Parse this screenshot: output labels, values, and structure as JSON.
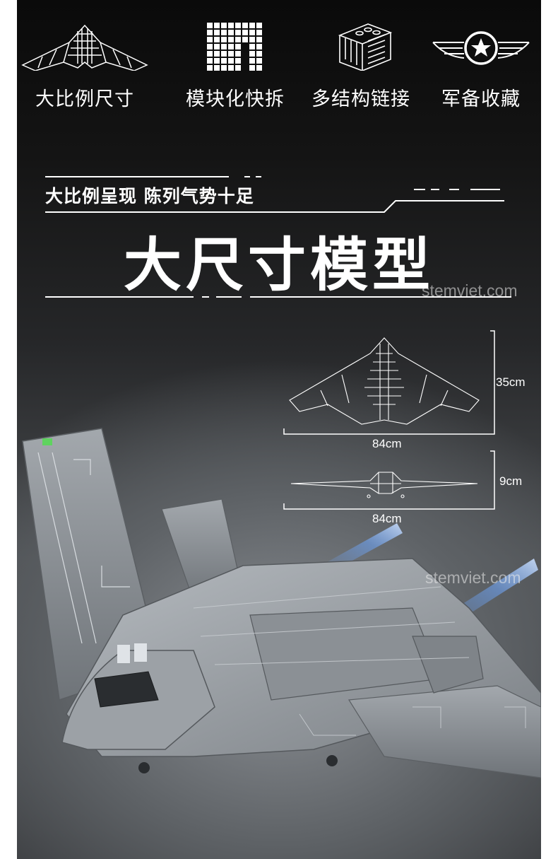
{
  "features": [
    {
      "icon": "aircraft-outline-icon",
      "label": "大比例尺寸"
    },
    {
      "icon": "brick-grid-icon",
      "label": "模块化快拆"
    },
    {
      "icon": "brick-stack-icon",
      "label": "多结构链接"
    },
    {
      "icon": "star-wings-emblem-icon",
      "label": "军备收藏"
    }
  ],
  "subtitle": "大比例呈现  陈列气势十足",
  "title": "大尺寸模型",
  "watermark": "stemviet.com",
  "dimensions": {
    "top_height": "35cm",
    "top_width": "84cm",
    "side_height": "9cm",
    "side_width": "84cm"
  },
  "colors": {
    "background_top": "#0a0a0a",
    "background_bottom": "#4b4e51",
    "text": "#ffffff",
    "model_gray": "#8e9399",
    "glow": "#6fa8ff"
  }
}
